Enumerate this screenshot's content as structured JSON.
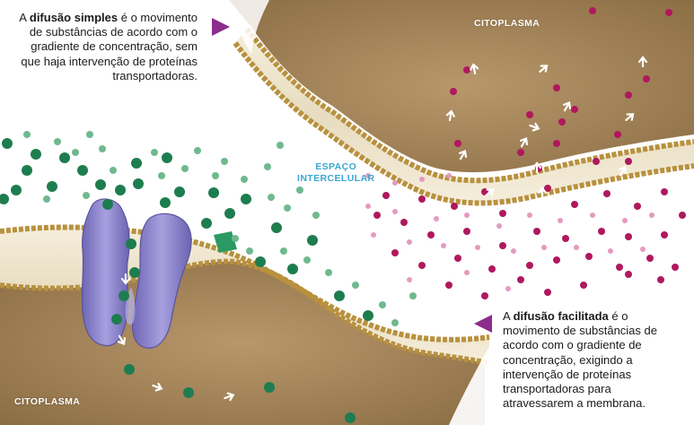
{
  "captions": {
    "simple": {
      "term": "difusão simples",
      "prefix": "A ",
      "rest": " é o movimento de substâncias de acordo com o gradiente de concentração, sem que haja intervenção de proteínas transportadoras."
    },
    "facilitated": {
      "term": "difusão facilitada",
      "prefix": "A ",
      "rest": " é o movimento de substâncias de acordo com o gradiente de concentração, exigindo a intervenção de proteínas transportadoras para atravessarem a membrana."
    }
  },
  "labels": {
    "cytoplasm_top": "CITOPLASMA",
    "cytoplasm_bottom": "CITOPLASMA",
    "extracellular_line1": "ESPAÇO",
    "extracellular_line2": "INTERCELULAR"
  },
  "colors": {
    "pointer": "#8b2d8c",
    "cytoplasm": "#a9895f",
    "membrane_head": "#c9a24a",
    "tail": "#efe6cf",
    "green_molecule": "#1e7d4f",
    "light_green_molecule": "#6fb98f",
    "magenta_molecule": "#b0185e",
    "pink_molecule": "#e59ac0",
    "transport_protein": "#8d86cf",
    "extracellular_label": "#3aa7cf"
  },
  "icons": [
    "pointer-triangle-right",
    "pointer-triangle-left",
    "white-arrow"
  ]
}
